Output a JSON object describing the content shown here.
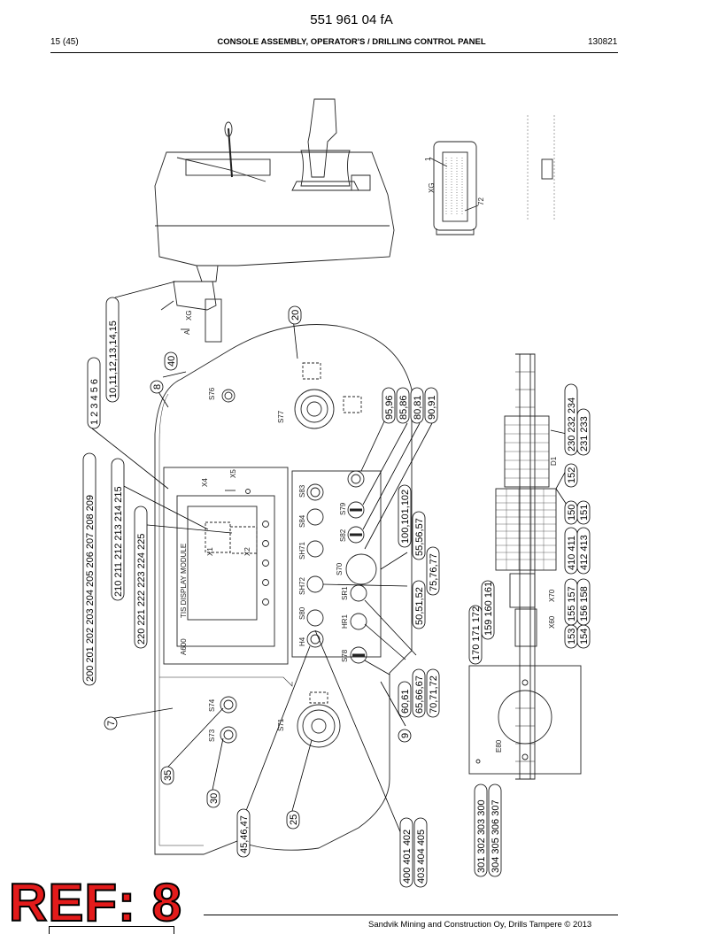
{
  "header": {
    "doc_code": "551 961 04 fA",
    "page": "15 (45)",
    "title": "CONSOLE ASSEMBLY, OPERATOR'S / DRILLING CONTROL PANEL",
    "date": "130821"
  },
  "footer": {
    "copyright": "Sandvik Mining and Construction Oy, Drills Tampere © 2013",
    "ref_label": "REF: 8"
  },
  "drawing_labels": {
    "display_module": "TIS DISPLAY MODULE",
    "a600": "A600",
    "x1": "X1",
    "x2": "X2",
    "x4": "X4",
    "x5": "X5",
    "xg": "XG",
    "xg_view": "XG",
    "view_a": "A",
    "x60": "X60",
    "x70": "X70",
    "e80": "E80",
    "s77": "S77",
    "s76": "S76",
    "s71": "S71",
    "s74": "S74",
    "s73": "S73",
    "s70": "S70",
    "s79": "S79",
    "s82": "S82",
    "s84": "S84",
    "s83": "S83",
    "sh71": "SH71",
    "sh72": "SH72",
    "sr1": "SR1",
    "hr1": "HR1",
    "s78": "S78",
    "s80": "S80",
    "h4": "H4",
    "d1": "D1",
    "pin1": "1",
    "pin72": "72"
  },
  "callouts": [
    {
      "id": "c-1-6",
      "text": "1 2 3 4 5 6"
    },
    {
      "id": "c-10-15",
      "text": "10,11,12,13,14,15"
    },
    {
      "id": "c-200-209",
      "text": "200 201 202 203 204 205 206 207 208 209"
    },
    {
      "id": "c-210-215",
      "text": "210 211 212 213 214 215"
    },
    {
      "id": "c-220-225",
      "text": "220 221 222 223 224 225"
    },
    {
      "id": "c-7",
      "text": "7"
    },
    {
      "id": "c-8",
      "text": "8"
    },
    {
      "id": "c-9",
      "text": "9"
    },
    {
      "id": "c-20",
      "text": "20"
    },
    {
      "id": "c-25",
      "text": "25"
    },
    {
      "id": "c-30",
      "text": "30"
    },
    {
      "id": "c-35",
      "text": "35"
    },
    {
      "id": "c-40",
      "text": "40"
    },
    {
      "id": "c-45-47",
      "text": "45,46,47"
    },
    {
      "id": "c-400-402",
      "text": "400 401 402"
    },
    {
      "id": "c-403-405",
      "text": "403 404 405"
    },
    {
      "id": "c-95-96",
      "text": "95,96"
    },
    {
      "id": "c-85-86",
      "text": "85,86"
    },
    {
      "id": "c-80-81",
      "text": "80,81"
    },
    {
      "id": "c-90-91",
      "text": "90,91"
    },
    {
      "id": "c-100-102",
      "text": "100,101,102"
    },
    {
      "id": "c-55-57",
      "text": "55,56,57"
    },
    {
      "id": "c-75-77",
      "text": "75,76,77"
    },
    {
      "id": "c-50-52",
      "text": "50,51,52"
    },
    {
      "id": "c-60-61",
      "text": "60,61"
    },
    {
      "id": "c-65-67",
      "text": "65,66,67"
    },
    {
      "id": "c-70-72",
      "text": "70,71,72"
    },
    {
      "id": "c-170-172",
      "text": "170 171 172"
    },
    {
      "id": "c-159-161",
      "text": "159 160 161"
    },
    {
      "id": "c-300",
      "text": "301 302 303 300"
    },
    {
      "id": "c-304-307",
      "text": "304 305 306 307"
    },
    {
      "id": "c-152",
      "text": "152"
    },
    {
      "id": "c-150",
      "text": "150"
    },
    {
      "id": "c-151",
      "text": "151"
    },
    {
      "id": "c-410-411",
      "text": "410 411"
    },
    {
      "id": "c-412-413",
      "text": "412 413"
    },
    {
      "id": "c-153",
      "text": "153"
    },
    {
      "id": "c-154",
      "text": "154"
    },
    {
      "id": "c-155-157",
      "text": "155 157"
    },
    {
      "id": "c-156-158",
      "text": "156 158"
    },
    {
      "id": "c-230",
      "text": "230 232 234"
    },
    {
      "id": "c-231",
      "text": "231 233"
    }
  ]
}
